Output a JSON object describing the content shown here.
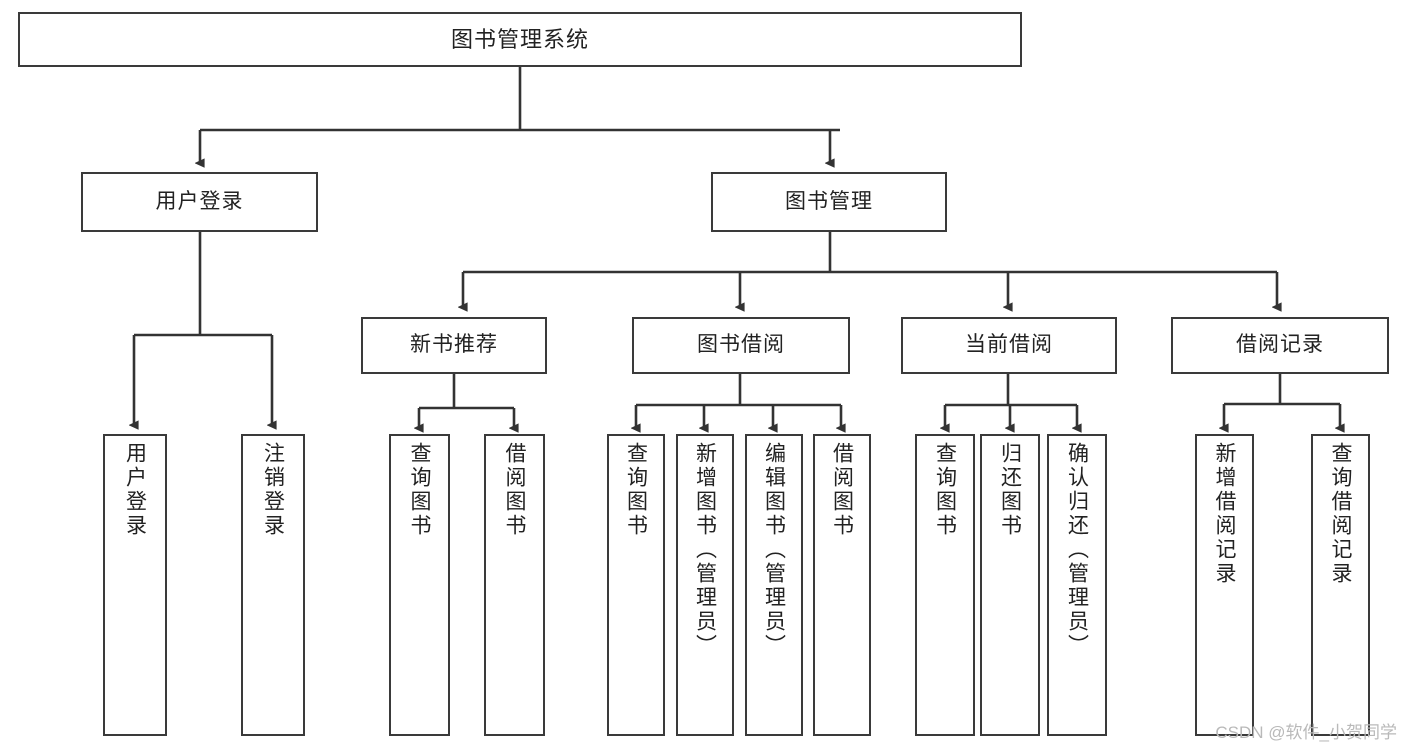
{
  "diagram": {
    "type": "hierarchy-tree",
    "title": "图书管理系统",
    "root": {
      "id": "root",
      "label": "图书管理系统"
    },
    "level2": [
      {
        "id": "user-login",
        "label": "用户登录"
      },
      {
        "id": "book-manage",
        "label": "图书管理"
      }
    ],
    "level3": [
      {
        "id": "new-book-rec",
        "label": "新书推荐",
        "parent": "book-manage"
      },
      {
        "id": "book-borrow",
        "label": "图书借阅",
        "parent": "book-manage"
      },
      {
        "id": "current-borrow",
        "label": "当前借阅",
        "parent": "book-manage"
      },
      {
        "id": "borrow-record",
        "label": "借阅记录",
        "parent": "book-manage"
      }
    ],
    "leaves": [
      {
        "id": "leaf-user-login",
        "label": "用户登录",
        "parent": "user-login"
      },
      {
        "id": "leaf-user-logout",
        "label": "注销登录",
        "parent": "user-login"
      },
      {
        "id": "leaf-query-book-1",
        "label": "查询图书",
        "parent": "new-book-rec"
      },
      {
        "id": "leaf-borrow-book-1",
        "label": "借阅图书",
        "parent": "new-book-rec"
      },
      {
        "id": "leaf-query-book-2",
        "label": "查询图书",
        "parent": "book-borrow"
      },
      {
        "id": "leaf-add-book",
        "label": "新增图书（管理员）",
        "parent": "book-borrow"
      },
      {
        "id": "leaf-edit-book",
        "label": "编辑图书（管理员）",
        "parent": "book-borrow"
      },
      {
        "id": "leaf-borrow-book-2",
        "label": "借阅图书",
        "parent": "book-borrow"
      },
      {
        "id": "leaf-query-book-3",
        "label": "查询图书",
        "parent": "current-borrow"
      },
      {
        "id": "leaf-return-book",
        "label": "归还图书",
        "parent": "current-borrow"
      },
      {
        "id": "leaf-confirm-return",
        "label": "确认归还（管理员）",
        "parent": "current-borrow"
      },
      {
        "id": "leaf-add-record",
        "label": "新增借阅记录",
        "parent": "borrow-record"
      },
      {
        "id": "leaf-query-record",
        "label": "查询借阅记录",
        "parent": "borrow-record"
      }
    ],
    "colors": {
      "node_border": "#3a3a3a",
      "node_fill": "#ffffff",
      "edge": "#333333",
      "text": "#222222",
      "watermark": "#b9b9b9",
      "background": "#ffffff"
    }
  },
  "watermark": {
    "text": "CSDN @软件_小贺同学"
  }
}
